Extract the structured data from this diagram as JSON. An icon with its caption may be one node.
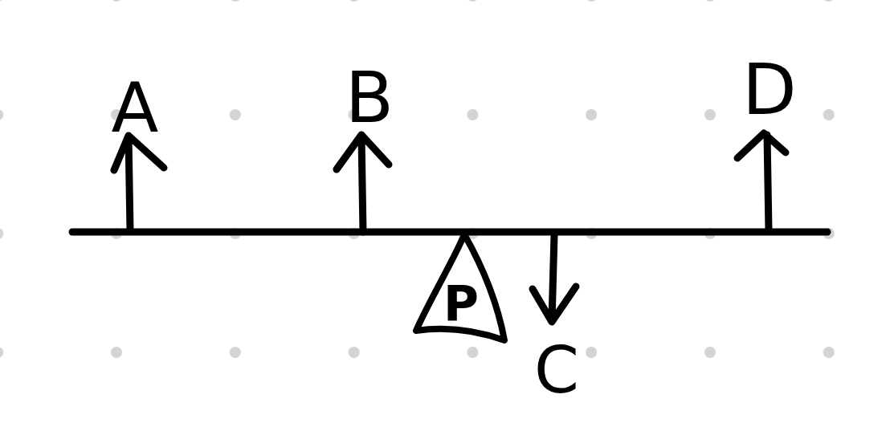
{
  "diagram": {
    "nodes": [
      {
        "text": [
          "P"
        ]
      }
    ],
    "labels": [
      "A",
      "B",
      "D",
      "C"
    ]
  }
}
